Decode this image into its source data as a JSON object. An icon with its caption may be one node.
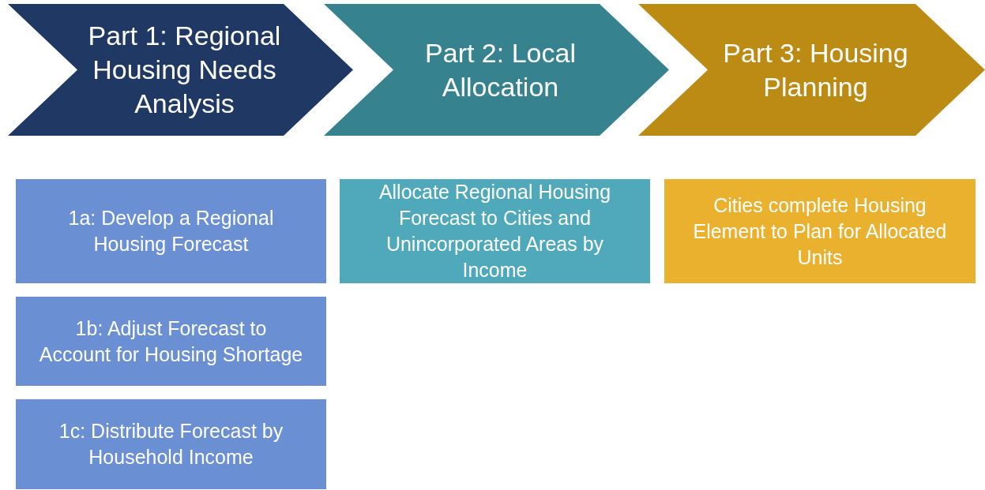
{
  "diagram": {
    "nodes": [
      {
        "text": [
          "Part 1: Regional Housing Needs Analysis"
        ]
      },
      {
        "text": [
          "Part 2: Local Allocation"
        ]
      },
      {
        "text": [
          "Part 3: Housing Planning"
        ]
      },
      {
        "text": [
          "1a: Develop a Regional Housing Forecast"
        ]
      },
      {
        "text": [
          "Allocate Regional Housing Forecast to Cities and Unincorporated Areas by Income"
        ]
      },
      {
        "text": [
          "Cities complete Housing Element to Plan for Allocated Units"
        ]
      },
      {
        "text": [
          "1b: Adjust Forecast to Account for Housing Shortage"
        ]
      },
      {
        "text": [
          "1c: Distribute Forecast by Household Income"
        ]
      }
    ]
  }
}
